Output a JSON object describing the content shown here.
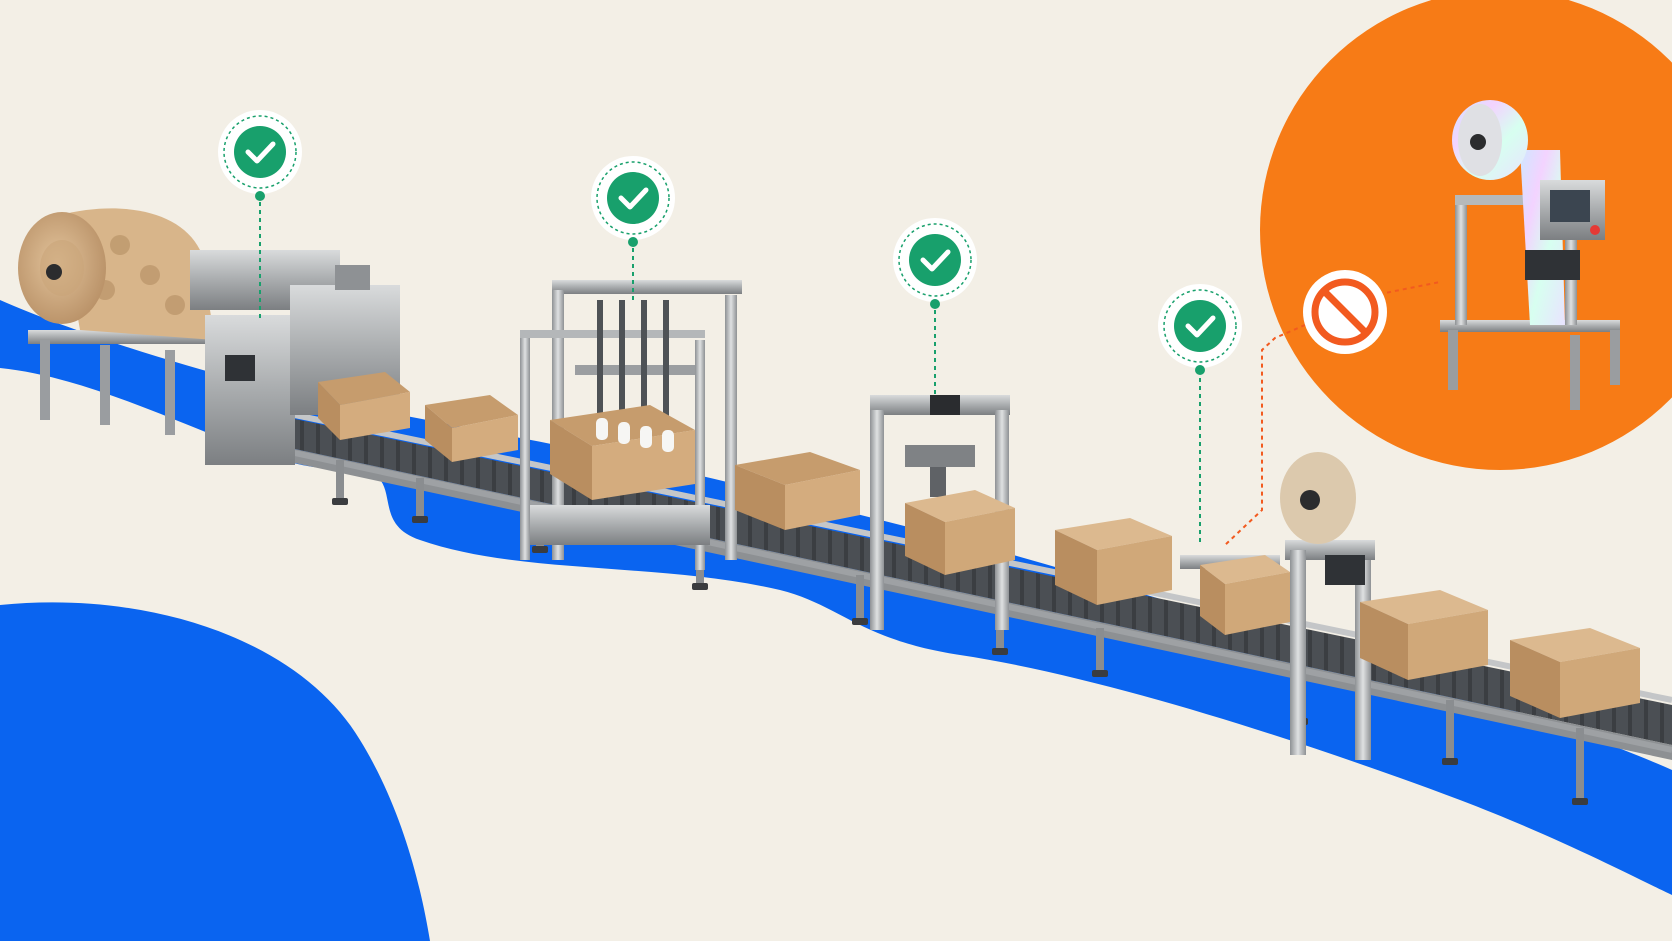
{
  "scene": {
    "background_color": "#f3efe6",
    "accent_blue": "#0a64f0",
    "accent_orange": "#f77b16",
    "ok_color": "#18a06c",
    "blocked_color": "#f25a1f",
    "steel_color": "#a9acae",
    "cardboard_color": "#d2ae83",
    "stations": [
      {
        "name": "kraft-paper-roll-unwinder",
        "status": "ok",
        "status_icon": "check-icon"
      },
      {
        "name": "box-filling-machine",
        "status": "ok",
        "status_icon": "check-icon"
      },
      {
        "name": "box-sealing-gantry",
        "status": "ok",
        "status_icon": "check-icon"
      },
      {
        "name": "inspection-checkpoint",
        "status": "ok",
        "status_icon": "check-icon"
      },
      {
        "name": "holographic-film-labeler",
        "status": "blocked",
        "status_icon": "prohibited-icon"
      }
    ]
  }
}
